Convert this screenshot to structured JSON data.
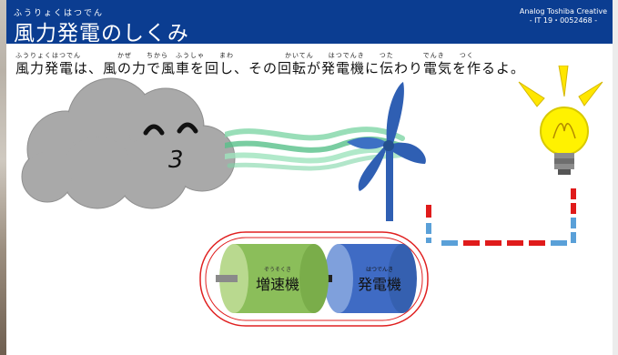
{
  "header": {
    "title_furigana": "ふうりょくはつでん",
    "title": "風力発電のしくみ",
    "copyright": "Analog Toshiba Creative\n- IT 19・0052468 -"
  },
  "content": {
    "furigana": "ふうりょくはつでん　　　　　かぜ　　ちから　ふうしゃ　　まわ　　　　　　　かいてん　　はつでんき　　つた　　　　でんき　　つく",
    "sentence": "風力発電は、風の力で風車を回し、その回転が発電機に伝わり電気を作るよ。"
  },
  "illustration": {
    "cloud_mouth": "3",
    "gearbox_furigana": "ぞうそくき",
    "gearbox_label": "増速機",
    "generator_furigana": "はつでんき",
    "generator_label": "発電機"
  },
  "colors": {
    "title_bar": "#0b3d91",
    "cloud": "#a9a9a9",
    "wind": "#7fd6a6",
    "turbine": "#2f5fb3",
    "wire_red": "#e01b1b",
    "wire_blue": "#5aa0d8",
    "bulb_glass": "#fff200",
    "gearbox": "#8bbe5a",
    "generator": "#3f6bc4",
    "capsule_outline": "#e02020"
  },
  "icons": [
    "cloud-face-icon",
    "wind-stream-icon",
    "wind-turbine-icon",
    "light-bulb-icon",
    "gearbox-cylinder-icon",
    "generator-cylinder-icon"
  ]
}
